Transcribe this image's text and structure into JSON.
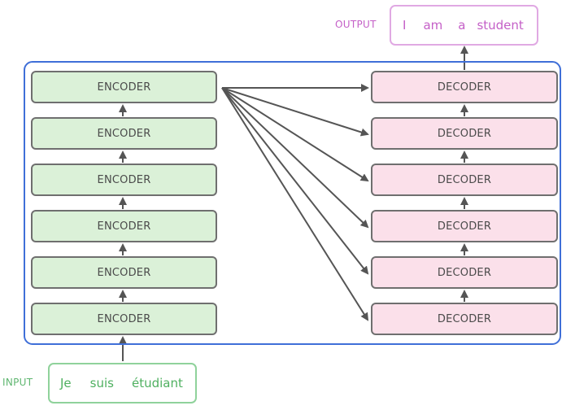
{
  "diagram": {
    "encoders": [
      "ENCODER",
      "ENCODER",
      "ENCODER",
      "ENCODER",
      "ENCODER",
      "ENCODER"
    ],
    "decoders": [
      "DECODER",
      "DECODER",
      "DECODER",
      "DECODER",
      "DECODER",
      "DECODER"
    ],
    "input": {
      "label": "INPUT",
      "tokens": [
        "Je",
        "suis",
        "étudiant"
      ]
    },
    "output": {
      "label": "OUTPUT",
      "tokens": [
        "I",
        "am",
        "a",
        "student"
      ]
    },
    "colors": {
      "encoder_fill": "#dbf1d8",
      "decoder_fill": "#fbe0ea",
      "container_border": "#3f6fd8",
      "input_text": "#4fb060",
      "output_text": "#c45fc7",
      "arrow": "#555555"
    }
  }
}
